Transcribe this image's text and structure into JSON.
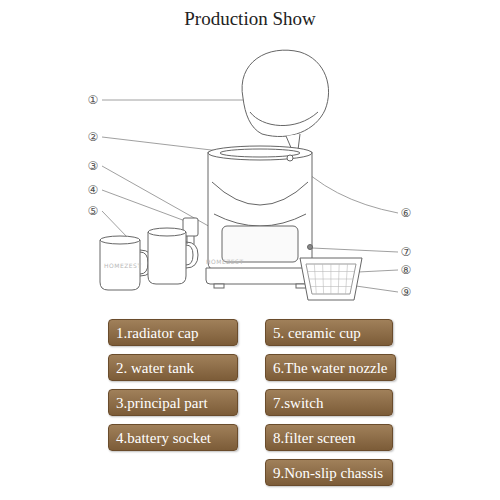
{
  "diagram": {
    "title": "Production Show",
    "nodes": [
      {
        "text": [
          "1.radiator cap"
        ]
      },
      {
        "text": [
          "2. water tank"
        ]
      },
      {
        "text": [
          "3.principal part"
        ]
      },
      {
        "text": [
          "4.battery socket"
        ]
      },
      {
        "text": [
          "5. ceramic cup"
        ]
      },
      {
        "text": [
          "6.The water nozzle"
        ]
      },
      {
        "text": [
          "7.switch"
        ]
      },
      {
        "text": [
          "8.filter screen"
        ]
      },
      {
        "text": [
          "9.Non-slip chassis"
        ]
      }
    ],
    "labels": [
      "①",
      "②",
      "③",
      "④",
      "⑤",
      "⑥",
      "⑦",
      "⑧",
      "⑨",
      "HOMEZEST",
      "HOMEZEST"
    ]
  }
}
